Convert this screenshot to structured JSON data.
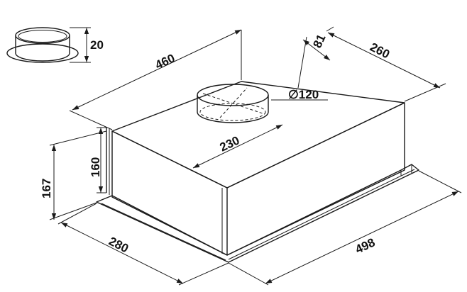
{
  "dimensions": {
    "collar_height": "20",
    "length_top": "460",
    "outlet_offset": "81",
    "depth_top": "260",
    "outlet_diameter": "∅120",
    "outlet_center": "230",
    "body_height": "160",
    "total_height": "167",
    "depth_bottom": "280",
    "length_bottom": "498"
  },
  "colors": {
    "line": "#1a1a1a",
    "background": "#ffffff"
  }
}
